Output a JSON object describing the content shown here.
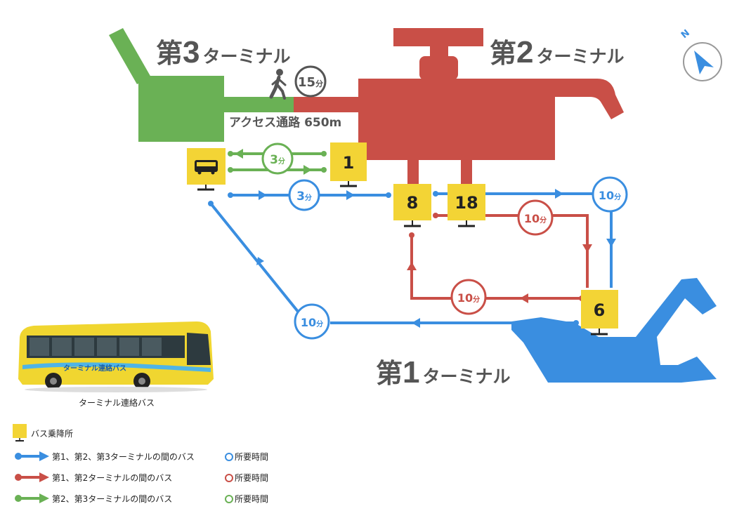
{
  "colors": {
    "terminal1": "#3a8ee0",
    "terminal2": "#c94f47",
    "terminal3": "#6ab155",
    "stop": "#f3d435",
    "label": "#555555",
    "route_blue": "#3a8ee0",
    "route_red": "#c94f47",
    "route_green": "#6ab155"
  },
  "terminals": {
    "t1": {
      "num": "1",
      "pre": "第",
      "suffix": "ターミナル"
    },
    "t2": {
      "num": "2",
      "pre": "第",
      "suffix": "ターミナル"
    },
    "t3": {
      "num": "3",
      "pre": "第",
      "suffix": "ターミナル"
    }
  },
  "walkway": {
    "label": "アクセス通路 650m",
    "time": "15",
    "unit": "分",
    "icon": "walking-person-icon"
  },
  "compass": {
    "label": "N",
    "icon": "compass-arrow-icon"
  },
  "stops": [
    {
      "id": "bus-icon-stop",
      "label": ""
    },
    {
      "id": "stop-1",
      "label": "1"
    },
    {
      "id": "stop-8",
      "label": "8"
    },
    {
      "id": "stop-18",
      "label": "18"
    },
    {
      "id": "stop-6",
      "label": "6"
    }
  ],
  "times": {
    "green_t3_t2": "3",
    "blue_t3_t2": "3",
    "blue_t2_t1": "10",
    "red_t2_t1": "10",
    "red_t1_t2": "10",
    "blue_t1_t3": "10",
    "unit": "分"
  },
  "bus_photo": {
    "caption": "ターミナル連絡バス",
    "sign": "ターミナル連絡バス"
  },
  "legend": {
    "stop": "バス乗降所",
    "blue": "第1、第2、第3ターミナルの間のバス",
    "red": "第1、第2ターミナルの間のバス",
    "green": "第2、第3ターミナルの間のバス",
    "time_label": "所要時間"
  }
}
